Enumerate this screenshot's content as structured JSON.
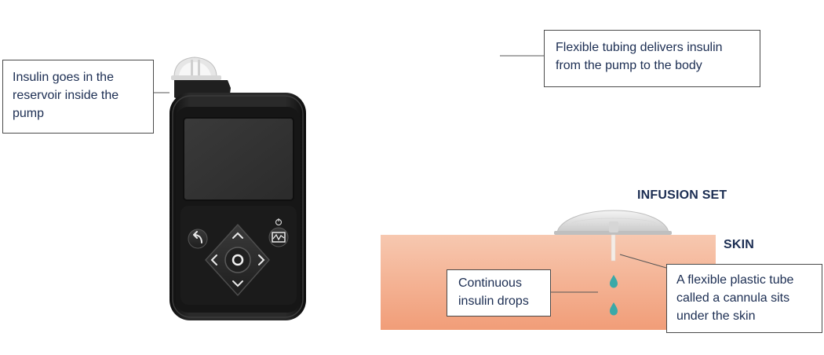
{
  "callouts": {
    "reservoir": "Insulin goes in the reservoir inside the pump",
    "tubing": "Flexible tubing delivers insulin from the pump to the body",
    "drops": "Continuous insulin drops",
    "cannula": "A flexible plastic tube called a cannula sits under the skin"
  },
  "labels": {
    "infusion_set": "INFUSION SET",
    "skin": "SKIN"
  },
  "icons": {
    "back": "back-arrow-icon",
    "power": "power-icon",
    "graph": "graph-icon",
    "up": "chevron-up-icon",
    "down": "chevron-down-icon",
    "left": "chevron-left-icon",
    "right": "chevron-right-icon",
    "drop": "insulin-drop-icon"
  },
  "colors": {
    "skin_top": "#f6c4ab",
    "skin_bottom": "#f19e79",
    "drop": "#3aa9a8",
    "pump_body": "#1c1c1c",
    "text": "#1b2d52"
  }
}
